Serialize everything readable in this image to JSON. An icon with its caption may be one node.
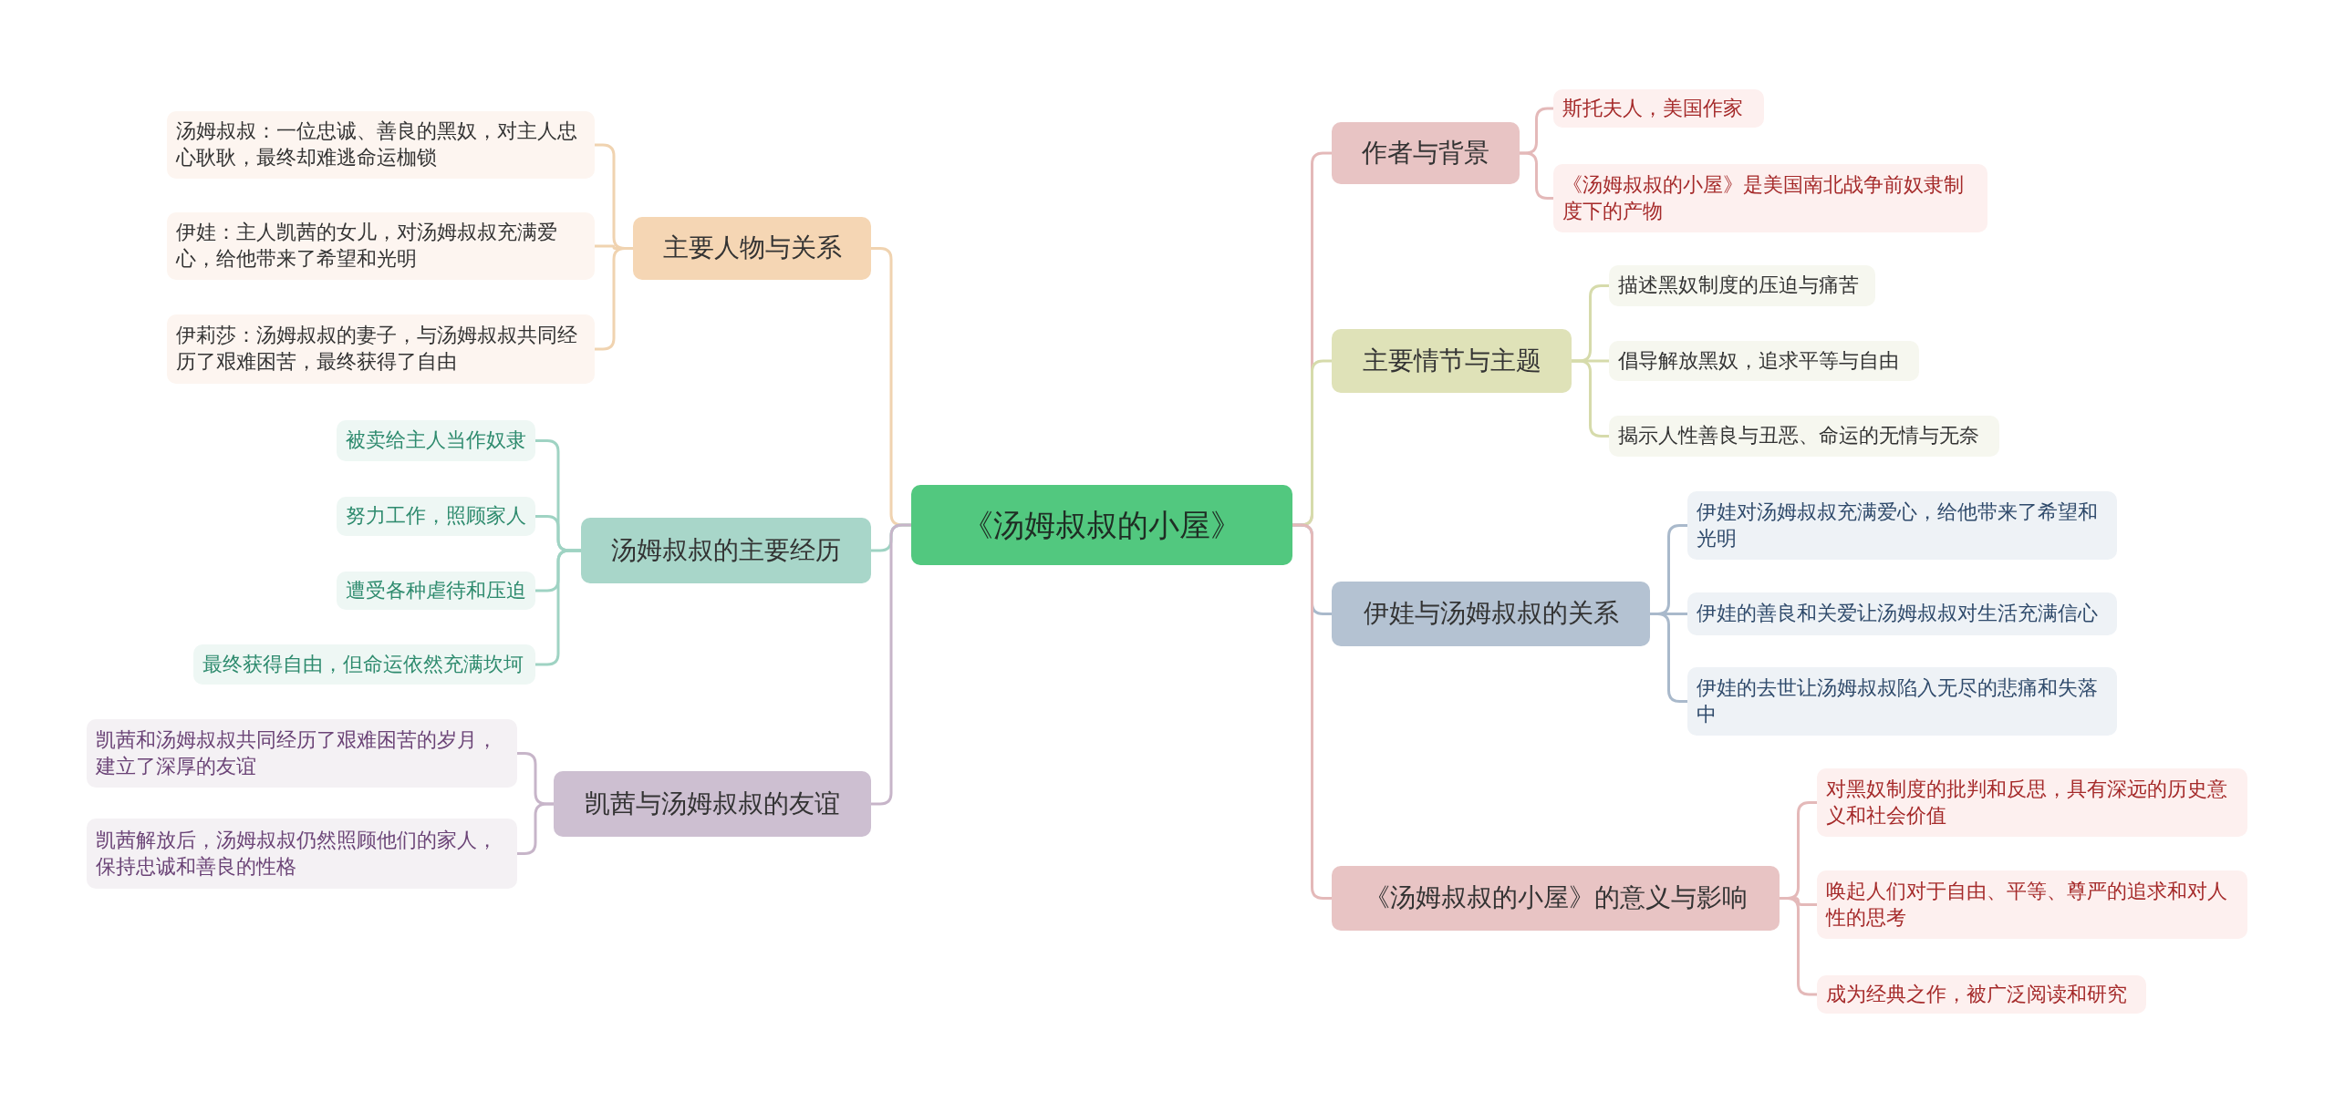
{
  "diagram": {
    "nodes": [
      {
        "text": [
          "《汤姆叔叔的小屋》"
        ]
      },
      {
        "text": [
          "主要人物与关系"
        ]
      },
      {
        "text": [
          "汤姆叔叔：一位忠诚、善良的黑奴，对主人忠心耿耿，最终却难逃命运枷锁"
        ]
      },
      {
        "text": [
          "伊娃：主人凯茜的女儿，对汤姆叔叔充满爱心，给他带来了希望和光明"
        ]
      },
      {
        "text": [
          "伊莉莎：汤姆叔叔的妻子，与汤姆叔叔共同经历了艰难困苦，最终获得了自由"
        ]
      },
      {
        "text": [
          "汤姆叔叔的主要经历"
        ]
      },
      {
        "text": [
          "被卖给主人当作奴隶"
        ]
      },
      {
        "text": [
          "努力工作，照顾家人"
        ]
      },
      {
        "text": [
          "遭受各种虐待和压迫"
        ]
      },
      {
        "text": [
          "最终获得自由，但命运依然充满坎坷"
        ]
      },
      {
        "text": [
          "凯茜与汤姆叔叔的友谊"
        ]
      },
      {
        "text": [
          "凯茜和汤姆叔叔共同经历了艰难困苦的岁月，建立了深厚的友谊"
        ]
      },
      {
        "text": [
          "凯茜解放后，汤姆叔叔仍然照顾他们的家人，保持忠诚和善良的性格"
        ]
      },
      {
        "text": [
          "作者与背景"
        ]
      },
      {
        "text": [
          "斯托夫人，美国作家"
        ]
      },
      {
        "text": [
          "《汤姆叔叔的小屋》是美国南北战争前奴隶制度下的产物"
        ]
      },
      {
        "text": [
          "主要情节与主题"
        ]
      },
      {
        "text": [
          "描述黑奴制度的压迫与痛苦"
        ]
      },
      {
        "text": [
          "倡导解放黑奴，追求平等与自由"
        ]
      },
      {
        "text": [
          "揭示人性善良与丑恶、命运的无情与无奈"
        ]
      },
      {
        "text": [
          "伊娃与汤姆叔叔的关系"
        ]
      },
      {
        "text": [
          "伊娃对汤姆叔叔充满爱心，给他带来了希望和光明"
        ]
      },
      {
        "text": [
          "伊娃的善良和关爱让汤姆叔叔对生活充满信心"
        ]
      },
      {
        "text": [
          "伊娃的去世让汤姆叔叔陷入无尽的悲痛和失落中"
        ]
      },
      {
        "text": [
          "《汤姆叔叔的小屋》的意义与影响"
        ]
      },
      {
        "text": [
          "对黑奴制度的批判和反思，具有深远的历史意义和社会价值"
        ]
      },
      {
        "text": [
          "唤起人们对于自由、平等、尊严的追求和对人性的思考"
        ]
      },
      {
        "text": [
          "成为经典之作，被广泛阅读和研究"
        ]
      }
    ],
    "edges": [
      {
        "from": 0,
        "to": 1,
        "arrow": "none",
        "color": "#f0d3b0"
      },
      {
        "from": 1,
        "to": 2,
        "arrow": "none",
        "color": "#f0d3b0"
      },
      {
        "from": 1,
        "to": 3,
        "arrow": "none",
        "color": "#f0d3b0"
      },
      {
        "from": 1,
        "to": 4,
        "arrow": "none",
        "color": "#f0d3b0"
      },
      {
        "from": 0,
        "to": 5,
        "arrow": "none",
        "color": "#9fd3c3"
      },
      {
        "from": 5,
        "to": 6,
        "arrow": "none",
        "color": "#9fd3c3"
      },
      {
        "from": 5,
        "to": 7,
        "arrow": "none",
        "color": "#9fd3c3"
      },
      {
        "from": 5,
        "to": 8,
        "arrow": "none",
        "color": "#9fd3c3"
      },
      {
        "from": 5,
        "to": 9,
        "arrow": "none",
        "color": "#9fd3c3"
      },
      {
        "from": 0,
        "to": 10,
        "arrow": "none",
        "color": "#c7b5c9"
      },
      {
        "from": 10,
        "to": 11,
        "arrow": "none",
        "color": "#c7b5c9"
      },
      {
        "from": 10,
        "to": 12,
        "arrow": "none",
        "color": "#c7b5c9"
      },
      {
        "from": 0,
        "to": 13,
        "arrow": "none",
        "color": "#e4b9b9"
      },
      {
        "from": 13,
        "to": 14,
        "arrow": "none",
        "color": "#e4b9b9"
      },
      {
        "from": 13,
        "to": 15,
        "arrow": "none",
        "color": "#e4b9b9"
      },
      {
        "from": 0,
        "to": 16,
        "arrow": "none",
        "color": "#d6dbab"
      },
      {
        "from": 16,
        "to": 17,
        "arrow": "none",
        "color": "#d6dbab"
      },
      {
        "from": 16,
        "to": 18,
        "arrow": "none",
        "color": "#d6dbab"
      },
      {
        "from": 16,
        "to": 19,
        "arrow": "none",
        "color": "#d6dbab"
      },
      {
        "from": 0,
        "to": 20,
        "arrow": "none",
        "color": "#a9b9cb"
      },
      {
        "from": 20,
        "to": 21,
        "arrow": "none",
        "color": "#a9b9cb"
      },
      {
        "from": 20,
        "to": 22,
        "arrow": "none",
        "color": "#a9b9cb"
      },
      {
        "from": 20,
        "to": 23,
        "arrow": "none",
        "color": "#a9b9cb"
      },
      {
        "from": 0,
        "to": 24,
        "arrow": "none",
        "color": "#e4b9b9"
      },
      {
        "from": 24,
        "to": 25,
        "arrow": "none",
        "color": "#e4b9b9"
      },
      {
        "from": 24,
        "to": 26,
        "arrow": "none",
        "color": "#e4b9b9"
      },
      {
        "from": 24,
        "to": 27,
        "arrow": "none",
        "color": "#e4b9b9"
      }
    ]
  }
}
